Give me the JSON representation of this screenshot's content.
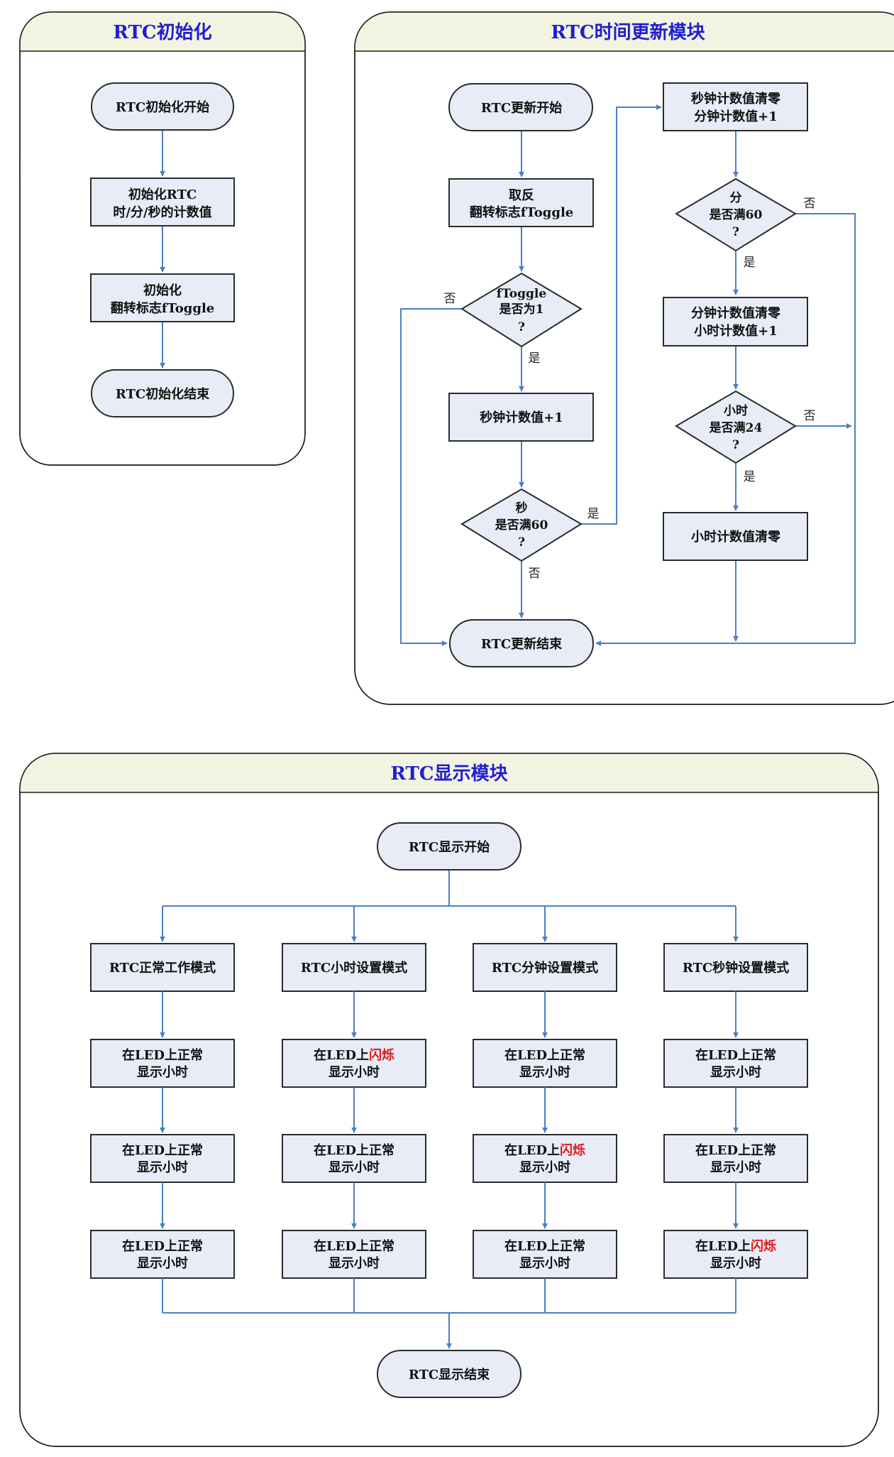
{
  "pools": {
    "init": {
      "title": "RTC初始化"
    },
    "update": {
      "title": "RTC时间更新模块"
    },
    "display": {
      "title": "RTC显示模块"
    }
  },
  "init": {
    "start": "RTC初始化开始",
    "step1": [
      "初始化RTC",
      "时/分/秒的计数值"
    ],
    "step2": [
      "初始化",
      "翻转标志fToggle"
    ],
    "end": "RTC初始化结束"
  },
  "update": {
    "start": "RTC更新开始",
    "toggle": [
      "取反",
      "翻转标志fToggle"
    ],
    "check_toggle": [
      "fToggle",
      "是否为1",
      "?"
    ],
    "sec_inc": "秒钟计数值+1",
    "check_sec": [
      "秒",
      "是否满60",
      "?"
    ],
    "sec_reset": [
      "秒钟计数值清零",
      "分钟计数值+1"
    ],
    "check_min": [
      "分",
      "是否满60",
      "?"
    ],
    "min_reset": [
      "分钟计数值清零",
      "小时计数值+1"
    ],
    "check_hour": [
      "小时",
      "是否满24",
      "?"
    ],
    "hour_reset": "小时计数值清零",
    "end": "RTC更新结束",
    "labels": {
      "yes": "是",
      "no": "否"
    }
  },
  "display": {
    "start": "RTC显示开始",
    "modes": [
      "RTC正常工作模式",
      "RTC小时设置模式",
      "RTC分钟设置模式",
      "RTC秒钟设置模式"
    ],
    "cells": [
      [
        {
          "pre": "在LED上",
          "hl": "",
          "post": "正常",
          "line2": "显示小时"
        },
        {
          "pre": "在LED上",
          "hl": "",
          "post": "正常",
          "line2": "显示小时"
        },
        {
          "pre": "在LED上",
          "hl": "",
          "post": "正常",
          "line2": "显示小时"
        }
      ],
      [
        {
          "pre": "在LED上",
          "hl": "闪烁",
          "post": "",
          "line2": "显示小时"
        },
        {
          "pre": "在LED上",
          "hl": "",
          "post": "正常",
          "line2": "显示小时"
        },
        {
          "pre": "在LED上",
          "hl": "",
          "post": "正常",
          "line2": "显示小时"
        }
      ],
      [
        {
          "pre": "在LED上",
          "hl": "",
          "post": "正常",
          "line2": "显示小时"
        },
        {
          "pre": "在LED上",
          "hl": "闪烁",
          "post": "",
          "line2": "显示小时"
        },
        {
          "pre": "在LED上",
          "hl": "",
          "post": "正常",
          "line2": "显示小时"
        }
      ],
      [
        {
          "pre": "在LED上",
          "hl": "",
          "post": "正常",
          "line2": "显示小时"
        },
        {
          "pre": "在LED上",
          "hl": "",
          "post": "正常",
          "line2": "显示小时"
        },
        {
          "pre": "在LED上",
          "hl": "闪烁",
          "post": "",
          "line2": "显示小时"
        }
      ]
    ],
    "end": "RTC显示结束"
  },
  "colors": {
    "title": "#1f1fd1",
    "node_fill": "#e8ecf7",
    "connector": "#4a7fc1",
    "highlight": "#e01818",
    "header_bg": "#f3f3e2"
  }
}
